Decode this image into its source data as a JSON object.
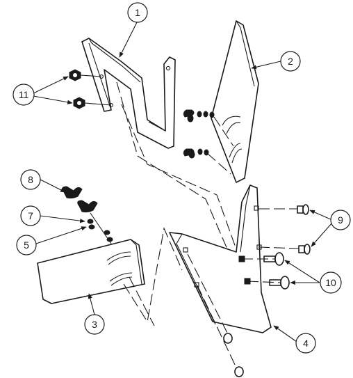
{
  "callouts": [
    {
      "id": "1",
      "label": "1"
    },
    {
      "id": "2",
      "label": "2"
    },
    {
      "id": "3",
      "label": "3"
    },
    {
      "id": "4",
      "label": "4"
    },
    {
      "id": "5",
      "label": "5"
    },
    {
      "id": "7",
      "label": "7"
    },
    {
      "id": "8",
      "label": "8"
    },
    {
      "id": "9",
      "label": "9"
    },
    {
      "id": "10",
      "label": "10"
    },
    {
      "id": "11",
      "label": "11"
    }
  ]
}
